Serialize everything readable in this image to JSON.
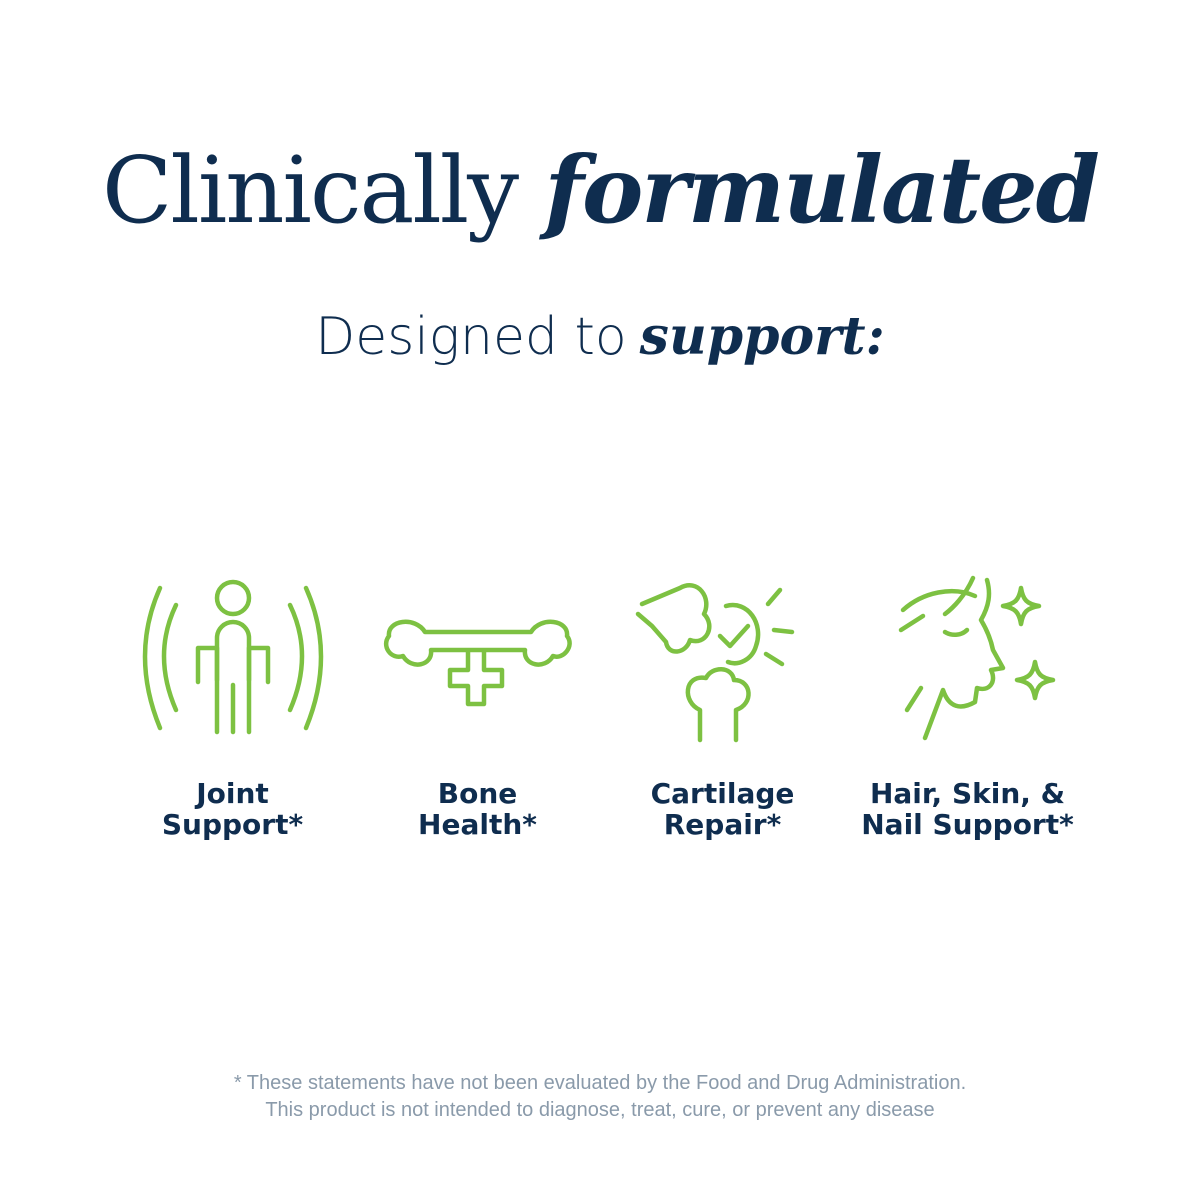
{
  "headline": {
    "plain": "Clinically",
    "emphasis": "formulated"
  },
  "subheadline": {
    "plain": "Designed to",
    "emphasis": "support:"
  },
  "features": [
    {
      "label": "Joint\nSupport*",
      "icon": "person-radiating-icon"
    },
    {
      "label": "Bone\nHealth*",
      "icon": "bone-plus-icon"
    },
    {
      "label": "Cartilage\nRepair*",
      "icon": "cartilage-joint-icon"
    },
    {
      "label": "Hair, Skin, &\nNail Support*",
      "icon": "face-sparkle-icon"
    }
  ],
  "disclaimer": {
    "line1": "* These statements have not been evaluated by the Food and Drug Administration.",
    "line2": "This product is not intended to diagnose, treat, cure, or prevent any disease"
  },
  "colors": {
    "navy": "#0f2d4f",
    "green": "#7dc142",
    "gray": "#8a9aaa",
    "background": "#ffffff"
  }
}
